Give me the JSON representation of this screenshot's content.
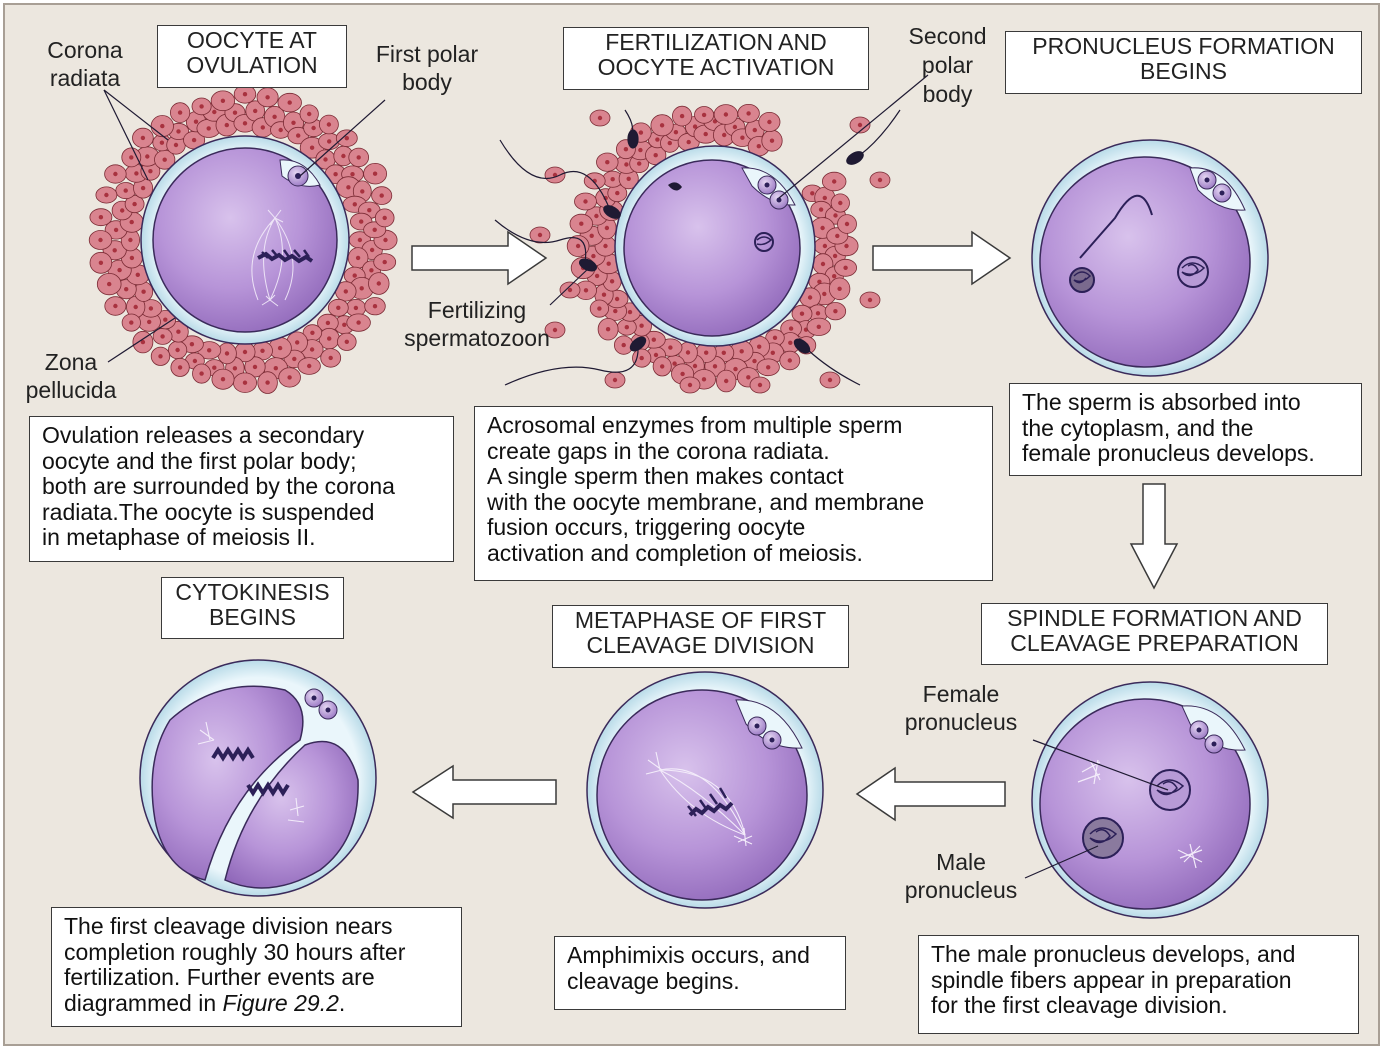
{
  "titles": {
    "oocyte_ovulation": [
      "OOCYTE AT",
      "OVULATION"
    ],
    "fertilization": [
      "FERTILIZATION AND",
      "OOCYTE ACTIVATION"
    ],
    "pronucleus": [
      "PRONUCLEUS FORMATION",
      "BEGINS"
    ],
    "spindle": [
      "SPINDLE FORMATION AND",
      "CLEAVAGE PREPARATION"
    ],
    "metaphase": [
      "METAPHASE OF FIRST",
      "CLEAVAGE DIVISION"
    ],
    "cytokinesis": [
      "CYTOKINESIS",
      "BEGINS"
    ]
  },
  "labels": {
    "corona_radiata": [
      "Corona",
      "radiata"
    ],
    "first_polar_body": [
      "First polar",
      "body"
    ],
    "zona_pellucida": [
      "Zona",
      "pellucida"
    ],
    "fertilizing_spermatozoon": [
      "Fertilizing",
      "spermatozoon"
    ],
    "second_polar_body": [
      "Second",
      "polar",
      "body"
    ],
    "female_pronucleus": [
      "Female",
      "pronucleus"
    ],
    "male_pronucleus": [
      "Male",
      "pronucleus"
    ]
  },
  "captions": {
    "ovulation": [
      "Ovulation releases a secondary",
      "oocyte and the first polar body;",
      "both are surrounded by the corona",
      "radiata.The oocyte is suspended",
      "in metaphase of meiosis II."
    ],
    "fertilization": [
      "Acrosomal enzymes from multiple sperm",
      "create gaps in the corona radiata.",
      "A single sperm then makes contact",
      "with the oocyte membrane, and membrane",
      "fusion occurs, triggering oocyte",
      "activation and completion of meiosis."
    ],
    "pronucleus": [
      "The sperm is absorbed into",
      "the cytoplasm, and the",
      "female pronucleus develops."
    ],
    "spindle": [
      "The male pronucleus develops, and",
      "spindle fibers appear in preparation",
      "for the first cleavage division."
    ],
    "metaphase": [
      "Amphimixis occurs, and",
      "cleavage begins."
    ],
    "cytokinesis": {
      "lines": [
        "The first cleavage division nears",
        "completion roughly 30 hours after",
        "fertilization. Further events are"
      ],
      "last_prefix": "diagrammed in ",
      "figure_ref": "Figure 29.2",
      "last_suffix": "."
    }
  },
  "colors": {
    "background": "#ece7df",
    "cell_fill": "#b58fd6",
    "cell_outline": "#3a2a5a",
    "zona": "#d9eef6",
    "corona": "#d9848f",
    "corona_nucleus": "#a8323f",
    "chromatin": "#2c2058"
  }
}
